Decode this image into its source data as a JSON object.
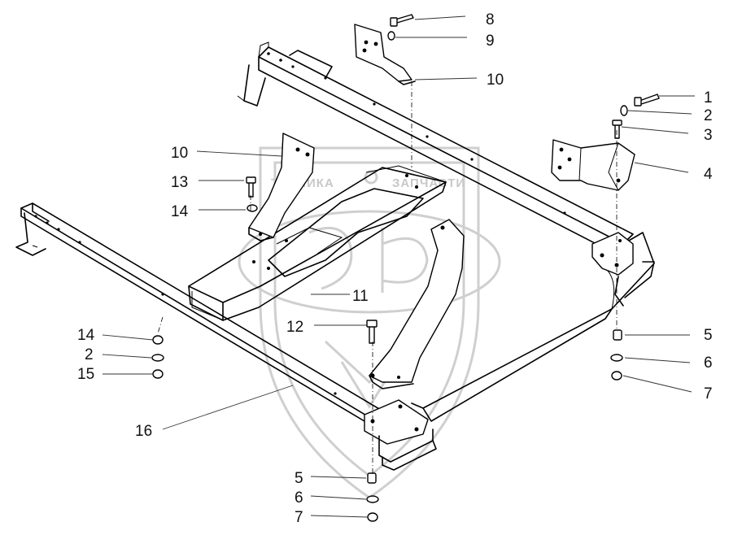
{
  "watermark": {
    "left_text": "ТЕХНИКА",
    "right_text": "ЗАПЧАСТИ"
  },
  "callouts": [
    "1",
    "2",
    "3",
    "4",
    "5",
    "6",
    "7",
    "8",
    "9",
    "10",
    "10",
    "11",
    "12",
    "13",
    "14",
    "14",
    "2",
    "15",
    "16",
    "5",
    "6",
    "7"
  ]
}
